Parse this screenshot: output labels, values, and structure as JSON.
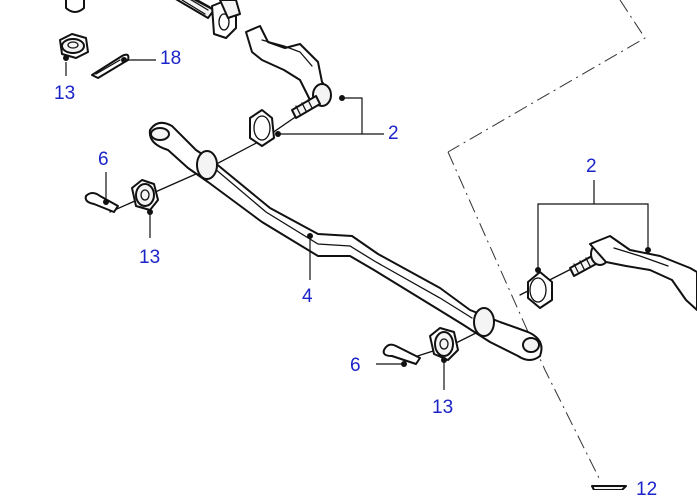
{
  "colors": {
    "callout_text": "#1a24c8",
    "line_art": "#111111",
    "background": "#ffffff"
  },
  "callouts": [
    {
      "number": "13",
      "part": "nut"
    },
    {
      "number": "18",
      "part": "split-pin"
    },
    {
      "number": "2",
      "part": "tie-rod-end"
    },
    {
      "number": "6",
      "part": "split-pin"
    },
    {
      "number": "13",
      "part": "nut"
    },
    {
      "number": "2",
      "part": "tie-rod-end"
    },
    {
      "number": "4",
      "part": "drag-link"
    },
    {
      "number": "6",
      "part": "split-pin"
    },
    {
      "number": "13",
      "part": "nut"
    },
    {
      "number": "12",
      "part": "partial-offscreen-callout"
    }
  ]
}
